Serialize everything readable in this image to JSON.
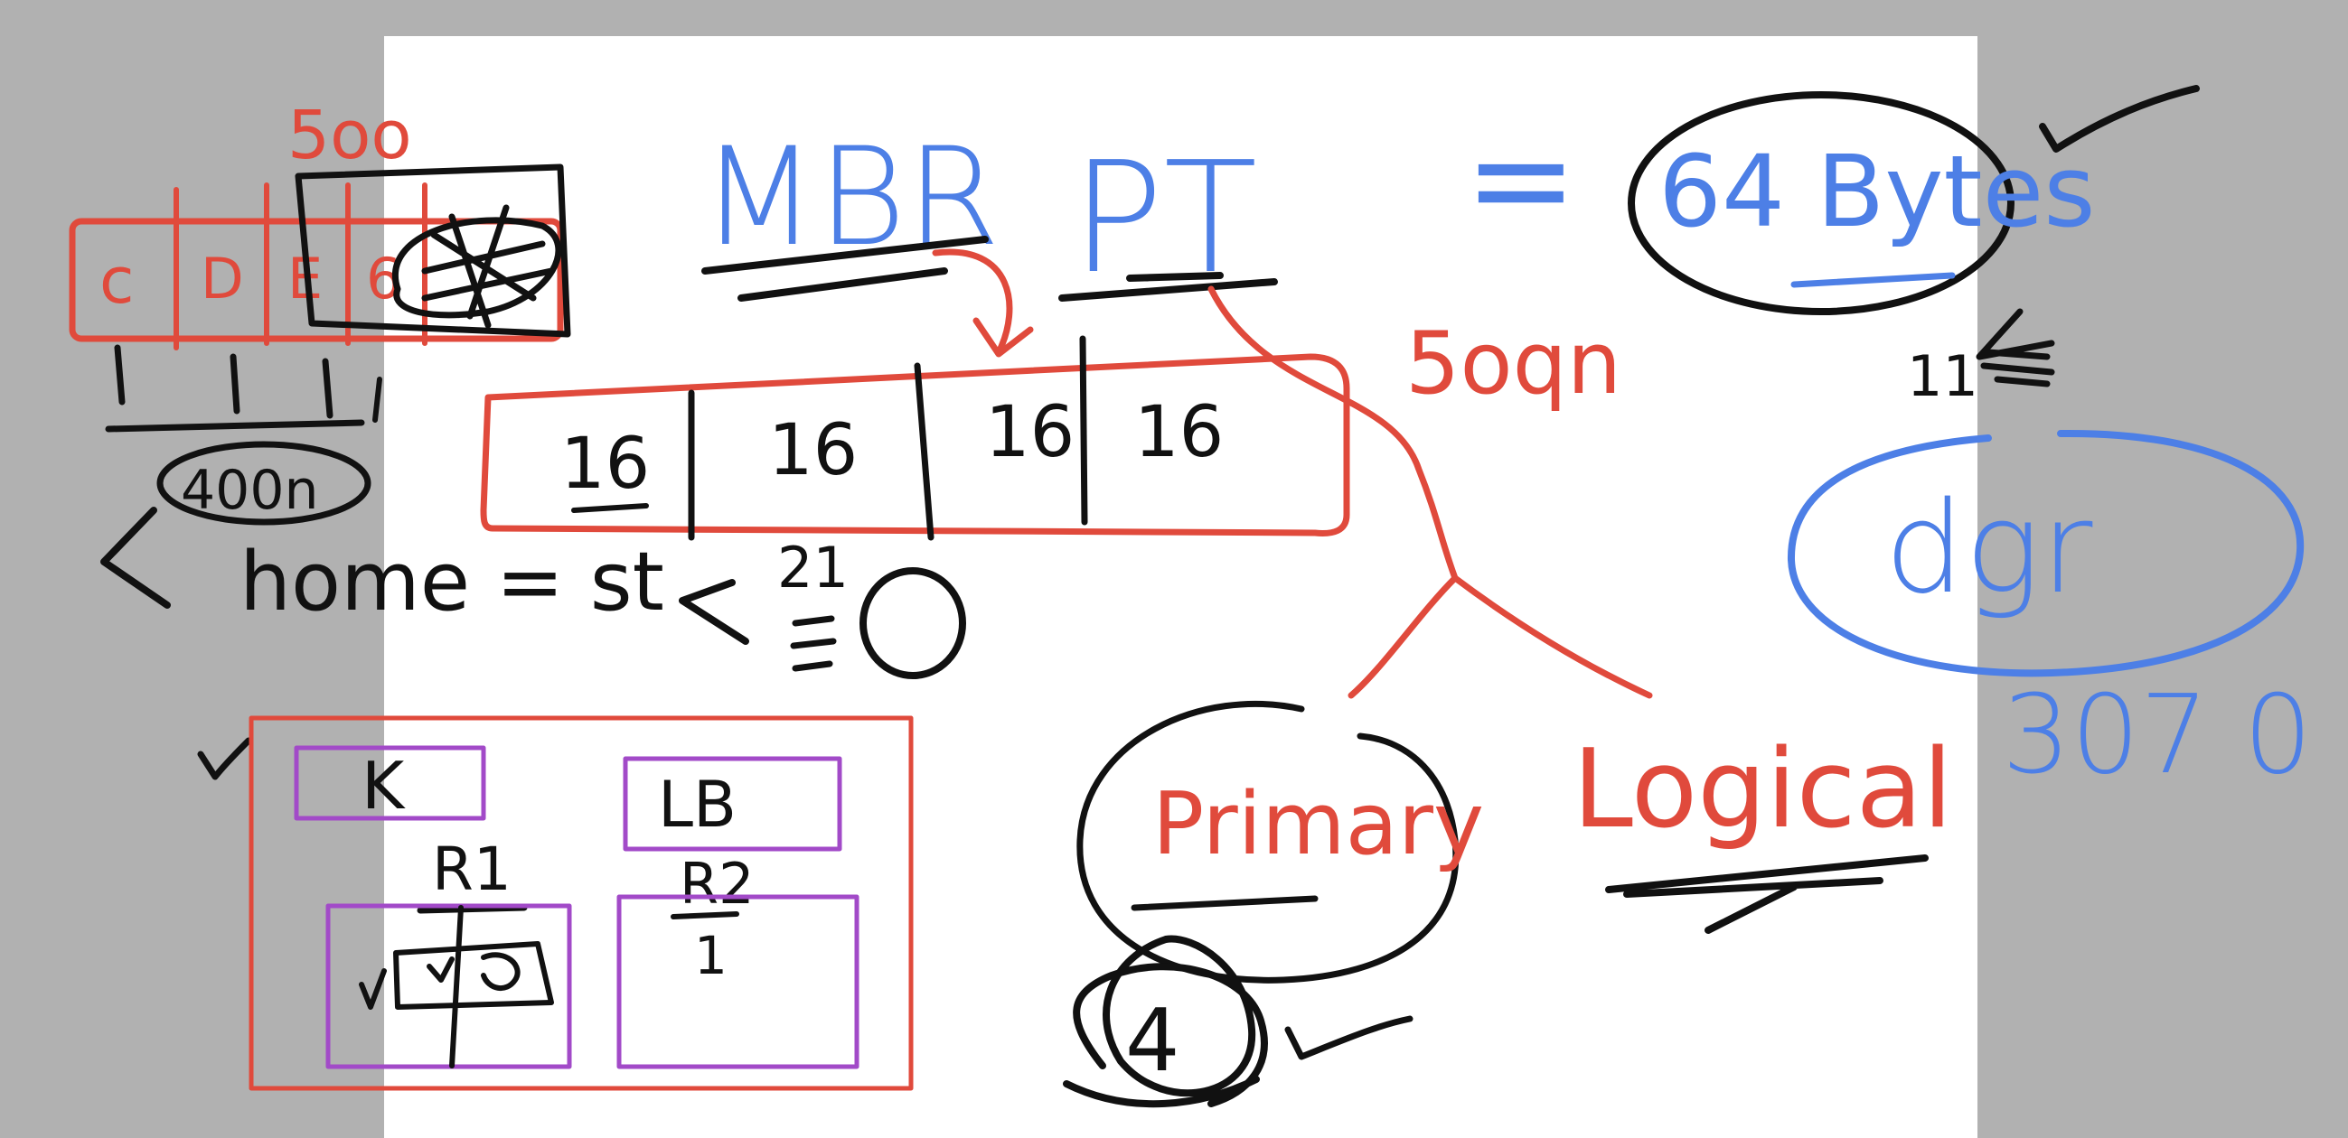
{
  "colors": {
    "background": "#b1b1b1",
    "paper": "#ffffff",
    "black_ink": "#111111",
    "red_ink": "#e04a3c",
    "blue_ink": "#4d7fe6",
    "purple_ink": "#a24ac8"
  },
  "notes": {
    "mbr": "MBR",
    "pt": "PT",
    "equals": "=",
    "bytes": "64 Bytes",
    "red_number": "5oo",
    "drive_c": "c",
    "drive_d": "D",
    "drive_e": "E",
    "drive_f": "6",
    "under_number": "400n",
    "home": "home = st",
    "less_than_number": "21",
    "slots": [
      "16",
      "16",
      "16",
      "16"
    ],
    "red_scribble": "5oqn",
    "tally": "11",
    "dgr": "dgr",
    "blue_number": "307 0",
    "primary": "Primary",
    "logical": "Logical",
    "count": "4",
    "box_k": "K",
    "box_lb": "LB",
    "r1": "R1",
    "r2": "R2",
    "r2_count": "1"
  }
}
